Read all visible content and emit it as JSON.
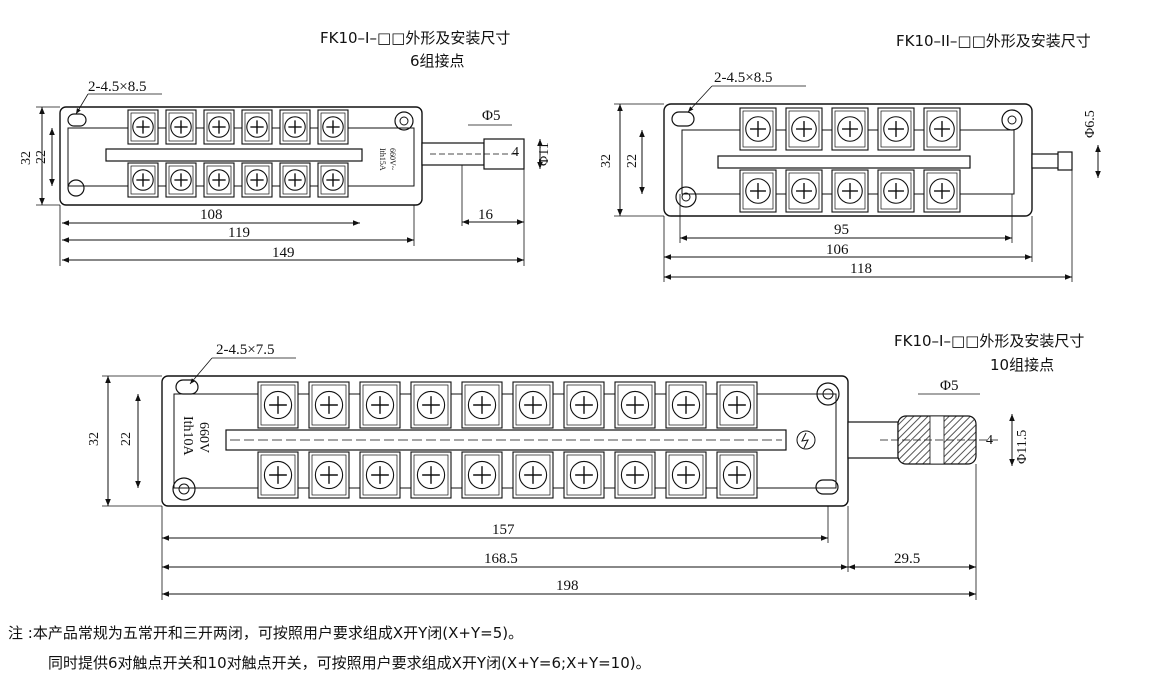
{
  "drawing1": {
    "title": "FK10–I–□□外形及安装尺寸",
    "subtitle": "6组接点",
    "hole_spec": "2-4.5×8.5",
    "dims": {
      "d108": "108",
      "d119": "119",
      "d149": "149",
      "d16": "16",
      "d32": "32",
      "d22": "22",
      "phi5": "Φ5",
      "phi11": "Φ11",
      "four": "4"
    },
    "rating_1": "660V~",
    "rating_2": "Ith15A"
  },
  "drawing2": {
    "title": "FK10–II–□□外形及安装尺寸",
    "hole_spec": "2-4.5×8.5",
    "dims": {
      "d95": "95",
      "d106": "106",
      "d118": "118",
      "d32": "32",
      "d22": "22",
      "phi65": "Φ6.5"
    }
  },
  "drawing3": {
    "title": "FK10–I–□□外形及安装尺寸",
    "subtitle": "10组接点",
    "hole_spec": "2-4.5×7.5",
    "dims": {
      "d157": "157",
      "d1685": "168.5",
      "d198": "198",
      "d295": "29.5",
      "d32": "32",
      "d22": "22",
      "phi5": "Φ5",
      "phi115": "Φ11.5",
      "four": "4"
    },
    "label_1": "660V",
    "label_2": "Ith10A"
  },
  "notes": {
    "line1": "注 :本产品常规为五常开和三开两闭，可按照用户要求组成X开Y闭(X+Y=5)。",
    "line2": "同时提供6对触点开关和10对触点开关，可按照用户要求组成X开Y闭(X+Y=6;X+Y=10)。"
  }
}
